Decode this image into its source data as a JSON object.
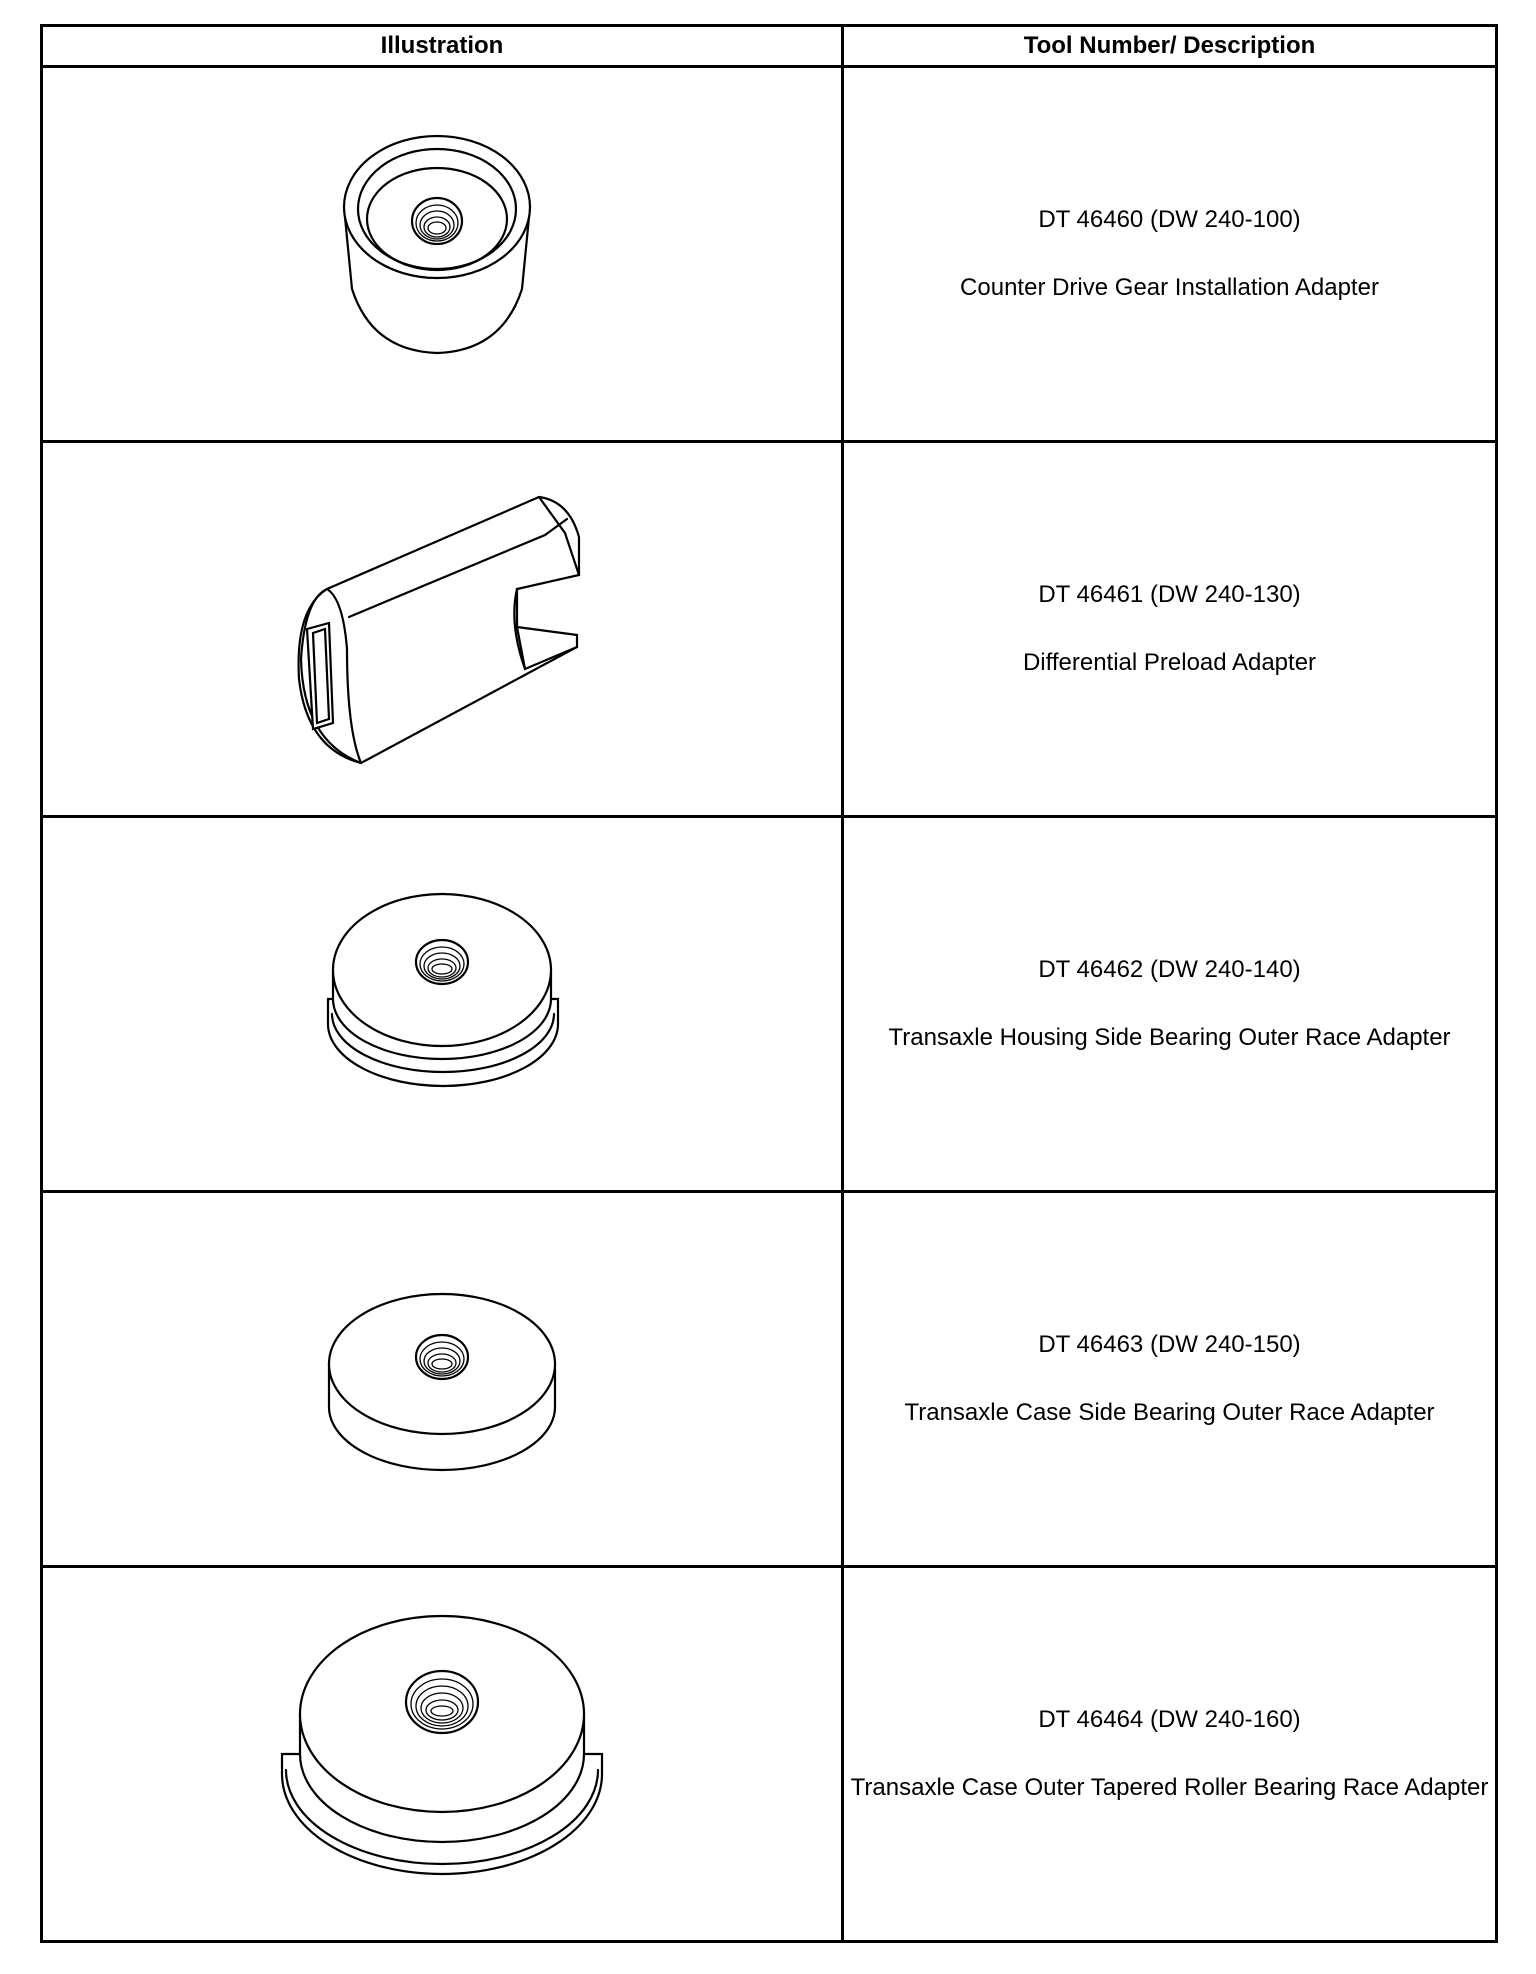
{
  "table": {
    "headers": {
      "illustration": "Illustration",
      "description": "Tool Number/ Description"
    },
    "rows": [
      {
        "tool_number": "DT 46460 (DW 240-100)",
        "description": "Counter Drive Gear Installation Adapter",
        "icon": "counter-drive-gear-adapter-icon"
      },
      {
        "tool_number": "DT 46461 (DW 240-130)",
        "description": "Differential Preload Adapter",
        "icon": "differential-preload-adapter-icon"
      },
      {
        "tool_number": "DT 46462 (DW 240-140)",
        "description": "Transaxle Housing Side Bearing Outer Race Adapter",
        "icon": "housing-race-adapter-icon"
      },
      {
        "tool_number": "DT 46463 (DW 240-150)",
        "description": "Transaxle Case Side Bearing Outer Race Adapter",
        "icon": "case-race-adapter-icon"
      },
      {
        "tool_number": "DT 46464 (DW 240-160)",
        "description": "Transaxle Case Outer Tapered Roller Bearing Race Adapter",
        "icon": "tapered-bearing-race-adapter-icon"
      }
    ]
  }
}
